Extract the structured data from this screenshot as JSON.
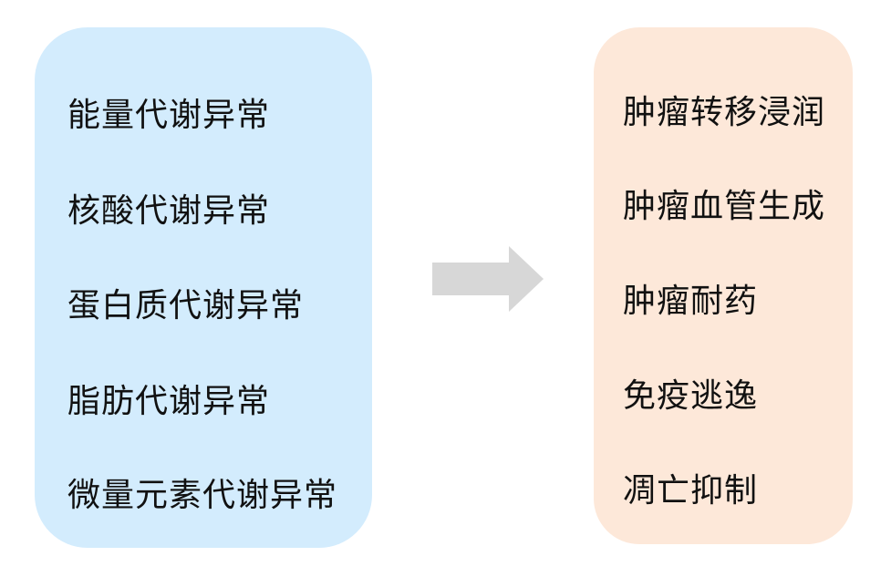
{
  "colors": {
    "left_box_fill": "#d3ecfd",
    "right_box_fill": "#fde8d9",
    "arrow_fill": "#d7d7d7"
  },
  "left_group": {
    "items": [
      "能量代谢异常",
      "核酸代谢异常",
      "蛋白质代谢异常",
      "脂肪代谢异常",
      "微量元素代谢异常"
    ]
  },
  "arrow": {
    "icon": "right-arrow-icon"
  },
  "right_group": {
    "items": [
      "肿瘤转移浸润",
      "肿瘤血管生成",
      "肿瘤耐药",
      "免疫逃逸",
      "凋亡抑制"
    ]
  }
}
